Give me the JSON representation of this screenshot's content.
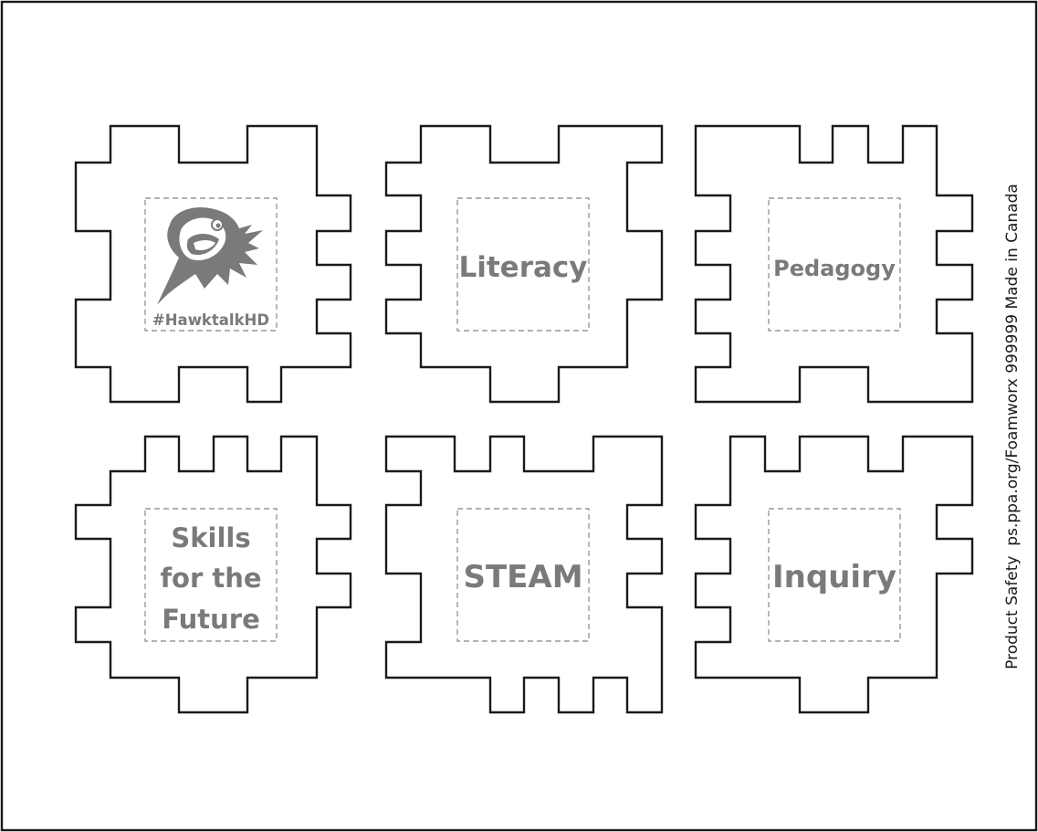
{
  "sheet": {
    "side_text": "Product Safety  ps.ppa.org/Foamworx 999999 Made in Canada"
  },
  "pieces": [
    {
      "id": "hawk",
      "label_lines": [
        "#HawktalkHD"
      ],
      "icon": "hawk-mascot-icon"
    },
    {
      "id": "literacy",
      "label_lines": [
        "Literacy"
      ]
    },
    {
      "id": "pedagogy",
      "label_lines": [
        "Pedagogy"
      ]
    },
    {
      "id": "skills",
      "label_lines": [
        "Skills",
        "for the",
        "Future"
      ]
    },
    {
      "id": "steam",
      "label_lines": [
        "STEAM"
      ]
    },
    {
      "id": "inquiry",
      "label_lines": [
        "Inquiry"
      ]
    }
  ]
}
